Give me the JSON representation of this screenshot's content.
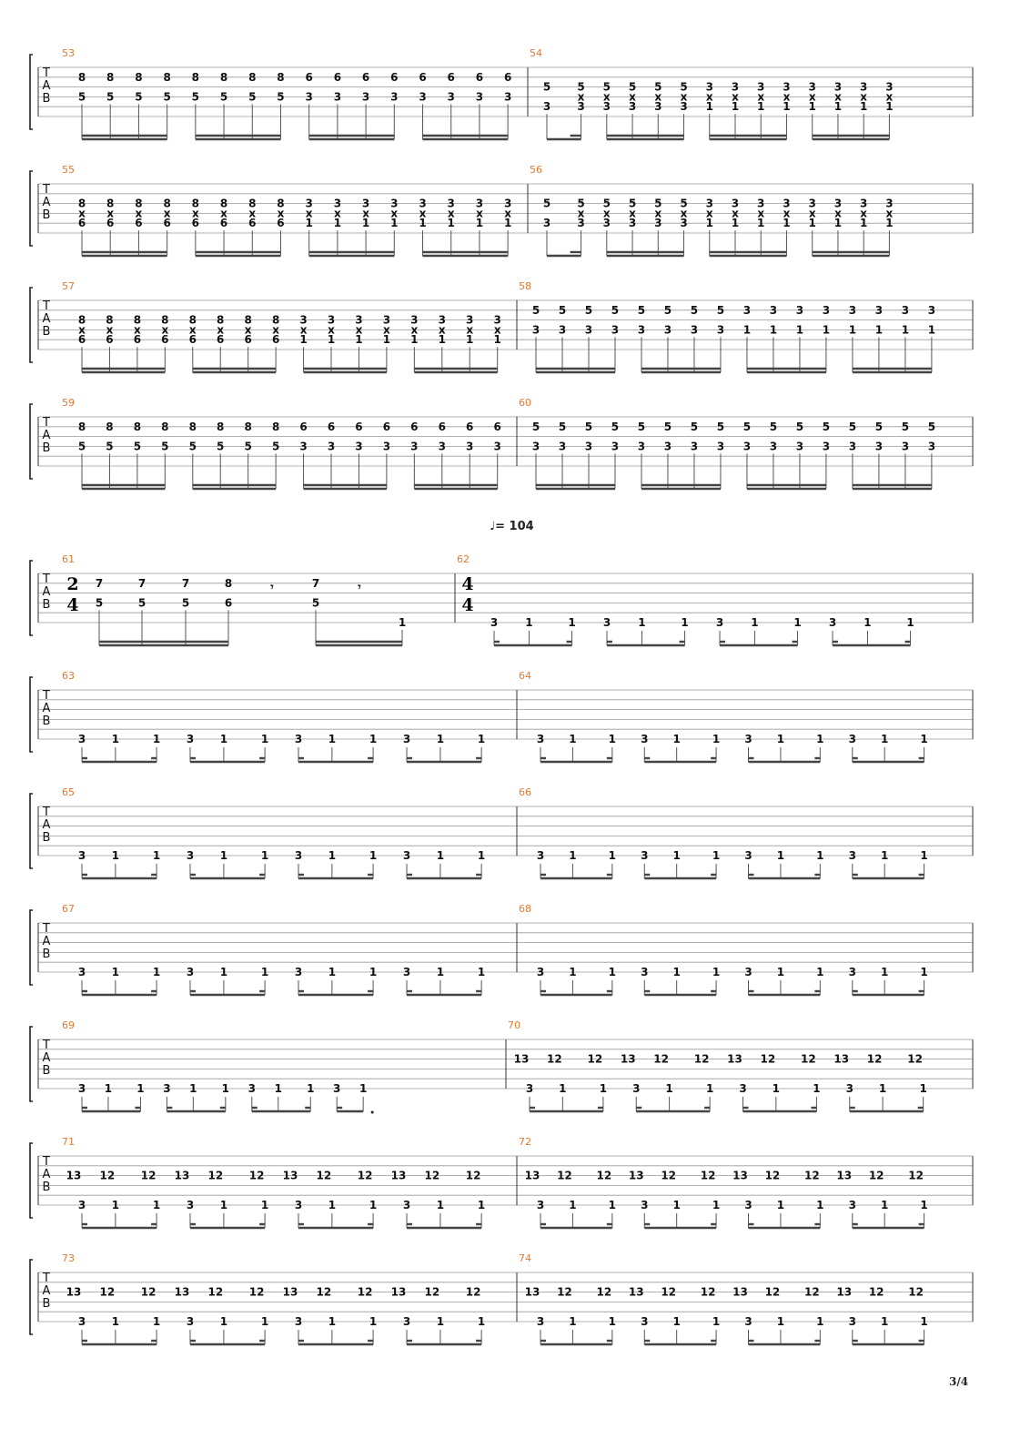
{
  "page": {
    "number": "3/4"
  },
  "tempo": {
    "bpm": "= 104",
    "at_measure": 62
  },
  "clef_letters": [
    "T",
    "A",
    "B"
  ],
  "measures": [
    {
      "number": "53",
      "groups": [
        [
          "8/5",
          "8/5",
          "8/5",
          "8/5"
        ],
        [
          "8/5",
          "8/5",
          "8/5",
          "8/5"
        ],
        [
          "6/3",
          "6/3",
          "6/3",
          "6/3"
        ],
        [
          "6/3",
          "6/3",
          "6/3",
          "6/3"
        ]
      ]
    },
    {
      "number": "54",
      "groups": [
        [
          "5/-/3",
          "5/x/3"
        ],
        [
          "5/x/3",
          "5/x/3",
          "5/x/3",
          "5/x/3"
        ],
        [
          "3/x/1",
          "3/x/1",
          "3/x/1",
          "3/x/1"
        ],
        [
          "3/x/1",
          "3/x/1",
          "3/x/1",
          "3/x/1"
        ]
      ]
    },
    {
      "number": "55",
      "groups": [
        [
          "8/x/6",
          "8/x/6",
          "8/x/6",
          "8/x/6"
        ],
        [
          "8/x/6",
          "8/x/6",
          "8/x/6",
          "8/x/6"
        ],
        [
          "3/x/1",
          "3/x/1",
          "3/x/1",
          "3/x/1"
        ],
        [
          "3/x/1",
          "3/x/1",
          "3/x/1",
          "3/x/1"
        ]
      ]
    },
    {
      "number": "56",
      "groups": [
        [
          "5/-/3",
          "5/x/3"
        ],
        [
          "5/x/3",
          "5/x/3",
          "5/x/3",
          "5/x/3"
        ],
        [
          "3/x/1",
          "3/x/1",
          "3/x/1",
          "3/x/1"
        ],
        [
          "3/x/1",
          "3/x/1",
          "3/x/1",
          "3/x/1"
        ]
      ]
    },
    {
      "number": "57",
      "groups": [
        [
          "8/x/6",
          "8/x/6",
          "8/x/6",
          "8/x/6"
        ],
        [
          "8/x/6",
          "8/x/6",
          "8/x/6",
          "8/x/6"
        ],
        [
          "3/x/1",
          "3/x/1",
          "3/x/1",
          "3/x/1"
        ],
        [
          "3/x/1",
          "3/x/1",
          "3/x/1",
          "3/x/1"
        ]
      ]
    },
    {
      "number": "58",
      "groups": [
        [
          "5/3",
          "5/3",
          "5/3",
          "5/3"
        ],
        [
          "5/3",
          "5/3",
          "5/3",
          "5/3"
        ],
        [
          "3/1",
          "3/1",
          "3/1",
          "3/1"
        ],
        [
          "3/1",
          "3/1",
          "3/1",
          "3/1"
        ]
      ]
    },
    {
      "number": "59",
      "groups": [
        [
          "8/5",
          "8/5",
          "8/5",
          "8/5"
        ],
        [
          "8/5",
          "8/5",
          "8/5",
          "8/5"
        ],
        [
          "6/3",
          "6/3",
          "6/3",
          "6/3"
        ],
        [
          "6/3",
          "6/3",
          "6/3",
          "6/3"
        ]
      ]
    },
    {
      "number": "60",
      "groups": [
        [
          "5/3",
          "5/3",
          "5/3",
          "5/3"
        ],
        [
          "5/3",
          "5/3",
          "5/3",
          "5/3"
        ],
        [
          "5/3",
          "5/3",
          "5/3",
          "5/3"
        ],
        [
          "5/3",
          "5/3",
          "5/3",
          "5/3"
        ]
      ]
    },
    {
      "number": "61",
      "time_signature": [
        "2",
        "4"
      ],
      "notes": [
        {
          "top": "7",
          "bottom": "5"
        },
        {
          "top": "7",
          "bottom": "5"
        },
        {
          "top": "7",
          "bottom": "5"
        },
        {
          "top": "8",
          "bottom": "6"
        },
        {
          "rest": true
        },
        {
          "top": "7",
          "bottom": "5"
        },
        {
          "rest": true
        },
        {
          "low": "1"
        }
      ]
    },
    {
      "number": "62",
      "time_signature": [
        "4",
        "4"
      ],
      "pattern": [
        "3",
        "1",
        "1"
      ],
      "groups": 4
    },
    {
      "number": "63",
      "pattern": [
        "3",
        "1",
        "1"
      ],
      "groups": 4
    },
    {
      "number": "64",
      "pattern": [
        "3",
        "1",
        "1"
      ],
      "groups": 4
    },
    {
      "number": "65",
      "pattern": [
        "3",
        "1",
        "1"
      ],
      "groups": 4
    },
    {
      "number": "66",
      "pattern": [
        "3",
        "1",
        "1"
      ],
      "groups": 4
    },
    {
      "number": "67",
      "pattern": [
        "3",
        "1",
        "1"
      ],
      "groups": 4
    },
    {
      "number": "68",
      "pattern": [
        "3",
        "1",
        "1"
      ],
      "groups": 4
    },
    {
      "number": "69",
      "pattern": [
        "3",
        "1",
        "1"
      ],
      "groups": 3,
      "tail": [
        "3",
        "1"
      ]
    },
    {
      "number": "70",
      "pattern": [
        "3",
        "1",
        "1"
      ],
      "groups": 4,
      "upper": [
        "13",
        "12",
        "12"
      ]
    },
    {
      "number": "71",
      "pattern": [
        "3",
        "1",
        "1"
      ],
      "groups": 4,
      "upper": [
        "13",
        "12",
        "12"
      ]
    },
    {
      "number": "72",
      "pattern": [
        "3",
        "1",
        "1"
      ],
      "groups": 4,
      "upper": [
        "13",
        "12",
        "12"
      ]
    },
    {
      "number": "73",
      "pattern": [
        "3",
        "1",
        "1"
      ],
      "groups": 4,
      "upper": [
        "13",
        "12",
        "12"
      ]
    },
    {
      "number": "74",
      "pattern": [
        "3",
        "1",
        "1"
      ],
      "groups": 4,
      "upper": [
        "13",
        "12",
        "12"
      ]
    }
  ]
}
